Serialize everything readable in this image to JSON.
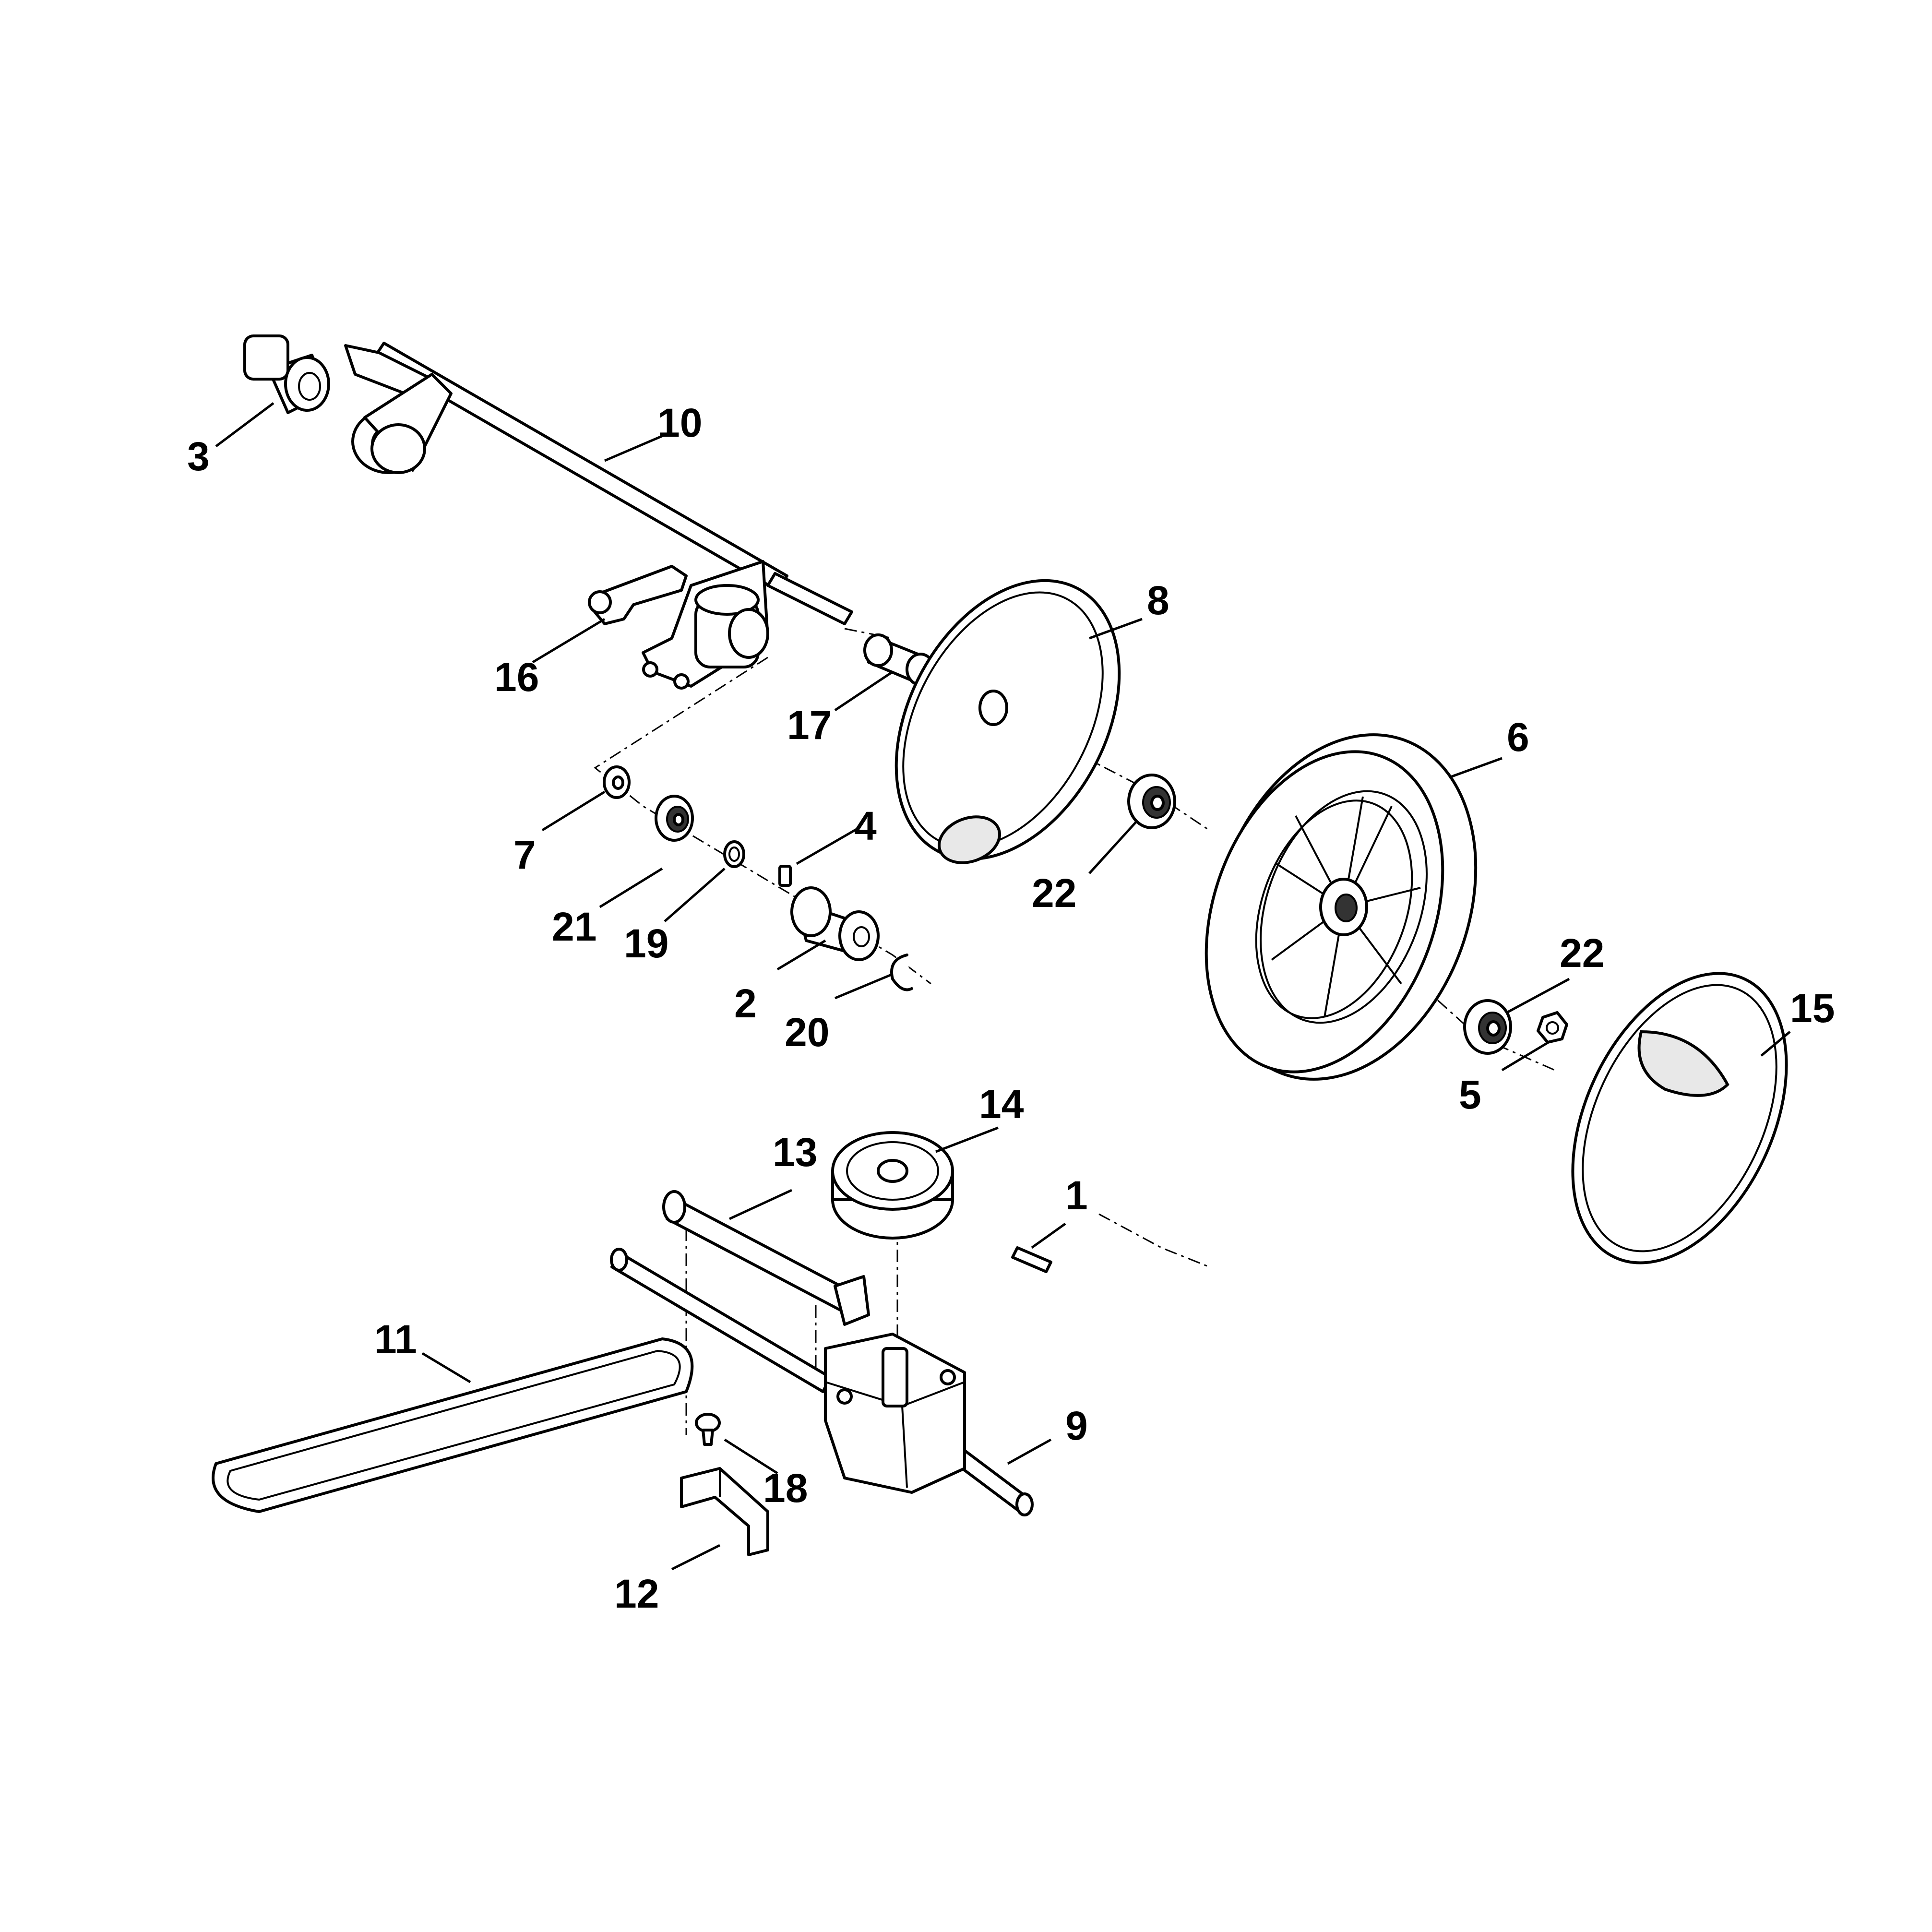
{
  "diagram": {
    "part_numbers": {
      "p1": "1",
      "p2": "2",
      "p3": "3",
      "p4": "4",
      "p5": "5",
      "p6": "6",
      "p7": "7",
      "p8": "8",
      "p9": "9",
      "p10": "10",
      "p11": "11",
      "p12": "12",
      "p13": "13",
      "p14": "14",
      "p15": "15",
      "p16": "16",
      "p17": "17",
      "p18": "18",
      "p19": "19",
      "p20": "20",
      "p21": "21",
      "p22a": "22",
      "p22b": "22"
    }
  }
}
